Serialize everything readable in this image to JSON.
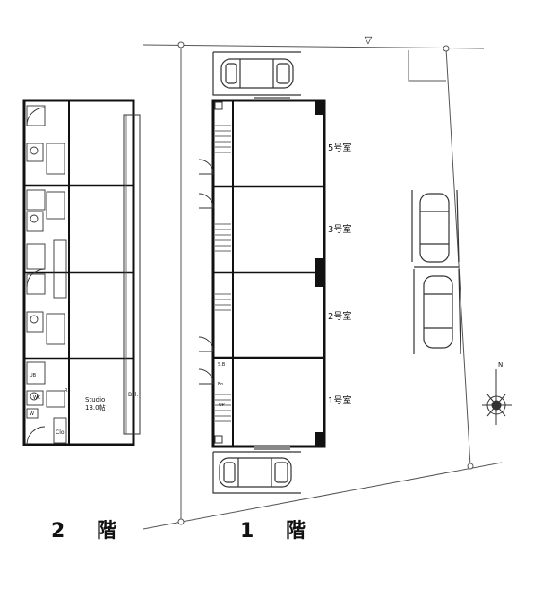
{
  "floors": {
    "second": {
      "label": "2 階",
      "room_name": "Studio",
      "room_area": "13.0帖",
      "balcony": "Bal.",
      "closet": "Clo",
      "washroom": "WC",
      "utility": "UB",
      "washer": "W",
      "fridge": "R"
    },
    "first": {
      "label": "1 階",
      "rooms": [
        "5号室",
        "3号室",
        "2号室",
        "1号室"
      ],
      "stairs_up": "UP",
      "entrance": "En",
      "shoe_box": "S.B"
    }
  },
  "site": {
    "north_marker": "▽",
    "north": "N"
  }
}
